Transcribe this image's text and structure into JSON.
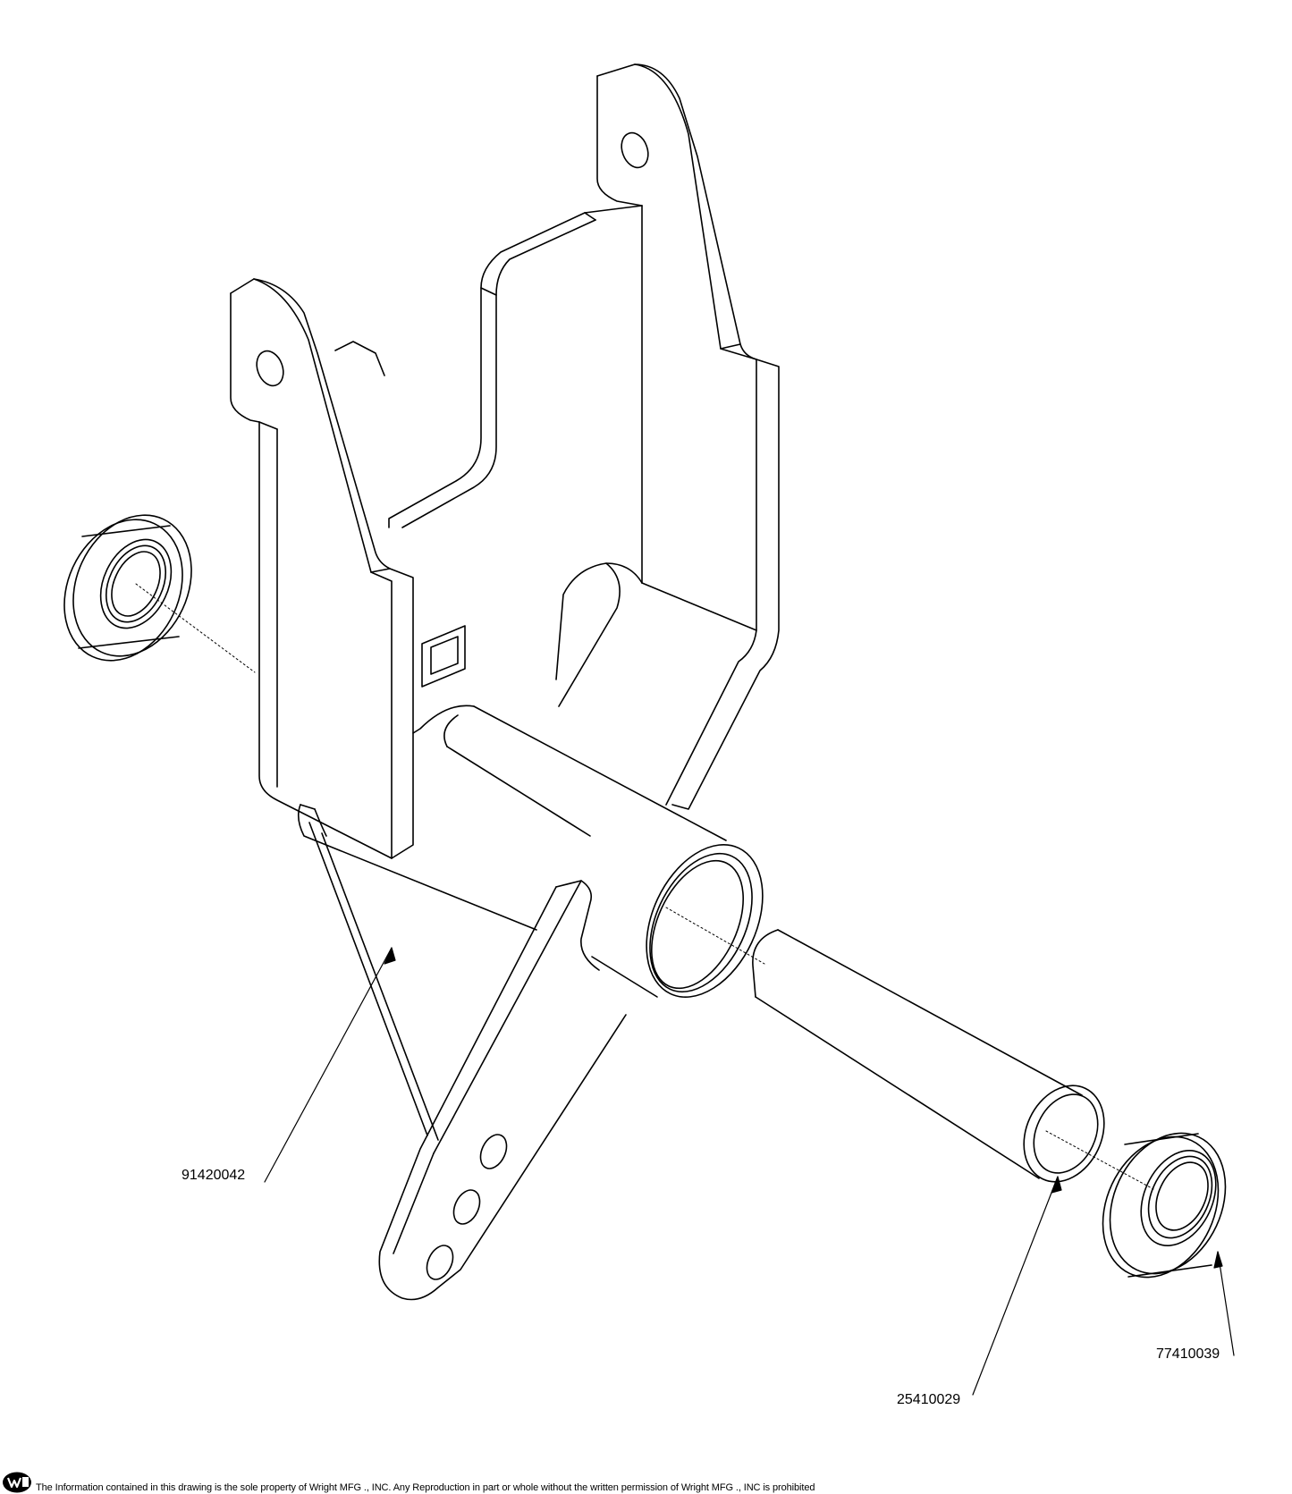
{
  "parts": {
    "frame": "91420042",
    "spacer": "25410029",
    "bearing": "77410039"
  },
  "footer": {
    "disclaimer": "The Information contained in this drawing is the sole property of Wright MFG ., INC. Any Reproduction in part or whole without the written permission of Wright MFG ., INC is prohibited",
    "logo": "wright-logo"
  }
}
